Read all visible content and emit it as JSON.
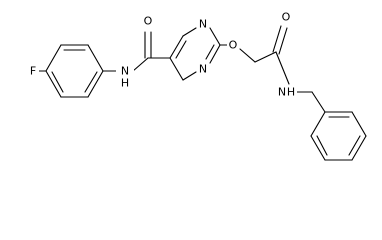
{
  "molecule": {
    "atoms": [
      {
        "id": "f1",
        "element": "F"
      },
      {
        "id": "n_amide1",
        "element": "N",
        "h": "H"
      },
      {
        "id": "o_carbonyl1",
        "element": "O"
      },
      {
        "id": "n_pyr1",
        "element": "N"
      },
      {
        "id": "n_pyr3",
        "element": "N"
      },
      {
        "id": "o_ether",
        "element": "O"
      },
      {
        "id": "o_carbonyl2",
        "element": "O"
      },
      {
        "id": "n_amide2",
        "element": "N",
        "h": "H"
      }
    ]
  }
}
